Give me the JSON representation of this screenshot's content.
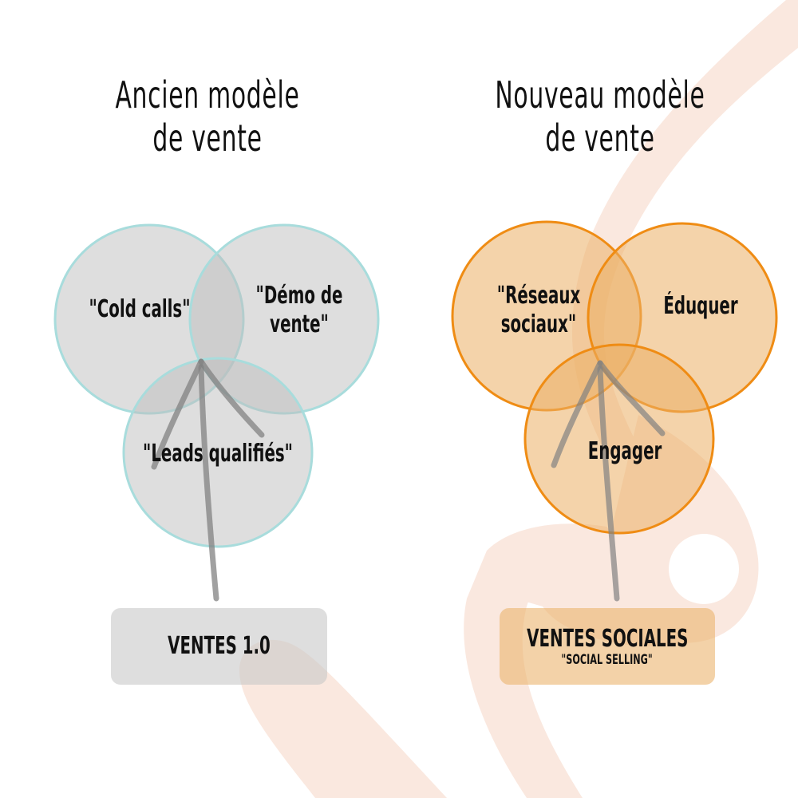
{
  "colors": {
    "background": "#ffffff",
    "ribbon": "#fae8df",
    "old_circle_fill": "#c8c8c8",
    "old_circle_stroke": "#a8dcdc",
    "new_circle_fill": "#eebf86",
    "new_circle_stroke": "#ef8c14",
    "arrow": "#8a8a8a",
    "text": "#111111"
  },
  "left_panel": {
    "title_line1": "Ancien modèle",
    "title_line2": "de vente",
    "circles": [
      {
        "label_line1": "\"Cold calls\"",
        "label_line2": ""
      },
      {
        "label_line1": "\"Démo de",
        "label_line2": "vente\""
      },
      {
        "label_line1": "\"Leads qualifiés\"",
        "label_line2": ""
      }
    ],
    "box": {
      "title": "VENTES 1.0"
    }
  },
  "right_panel": {
    "title_line1": "Nouveau modèle",
    "title_line2": "de vente",
    "circles": [
      {
        "label_line1": "\"Réseaux",
        "label_line2": "sociaux\""
      },
      {
        "label_line1": "Éduquer",
        "label_line2": ""
      },
      {
        "label_line1": "Engager",
        "label_line2": ""
      }
    ],
    "box": {
      "title": "VENTES SOCIALES",
      "subtitle": "\"SOCIAL SELLING\""
    }
  }
}
